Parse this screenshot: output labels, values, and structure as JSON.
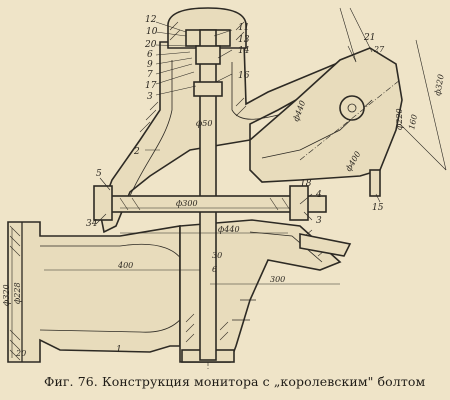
{
  "caption": "Фиг. 76. Конструкция монитора с „королевским\" болтом",
  "part_numbers": {
    "p12": "12",
    "p10": "10",
    "p20": "20",
    "p6": "6",
    "p9": "9",
    "p7": "7",
    "p17": "17",
    "p3": "3",
    "p11": "11",
    "p13": "13",
    "p14": "14",
    "p16": "16",
    "p2": "2",
    "p5": "5",
    "p34": "34",
    "p1": "1",
    "p4": "4",
    "p15": "15",
    "p21": "21",
    "p18": "18"
  },
  "dimensions": {
    "d50": "ф50",
    "d440": "ф440",
    "d300a": "ф300",
    "d440b": "ф440",
    "d400": "400",
    "d300b": "300",
    "d320": "ф320",
    "d228": "ф228",
    "d20": "20",
    "d6": "6",
    "d30": "30",
    "d400r": "ф400",
    "d220": "ф220",
    "d320r": "ф320",
    "d27": "27",
    "d160": "160"
  }
}
